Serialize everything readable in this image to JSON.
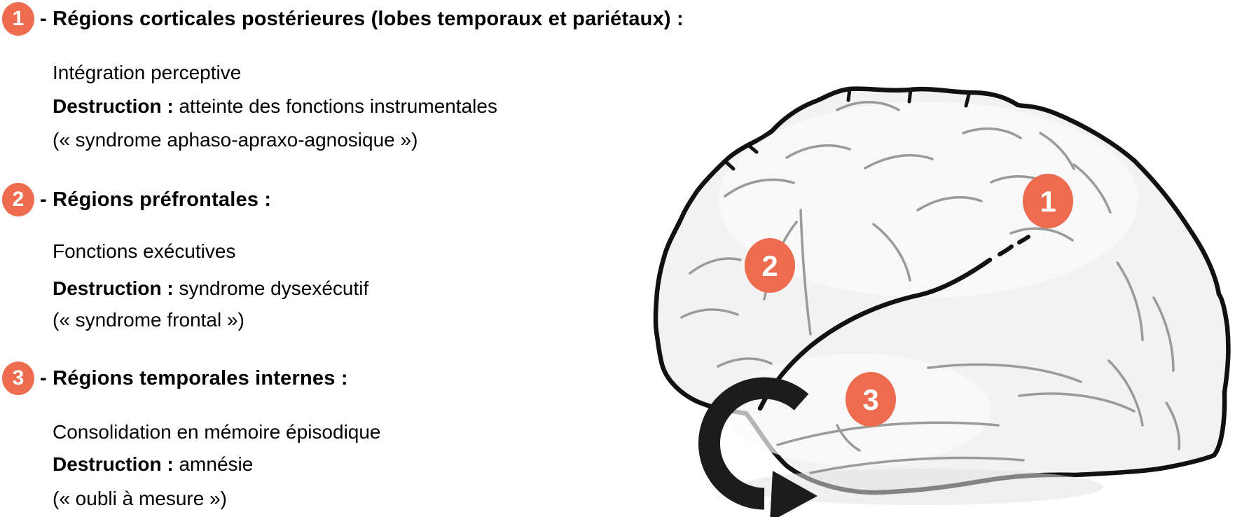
{
  "accent": "#ED6B4F",
  "outline_color": "#111111",
  "sulci_color": "#9a9a9a",
  "sections": [
    {
      "number": "1",
      "title": "- Régions corticales postérieures (lobes temporaux et pariétaux) :",
      "function": "Intégration perceptive",
      "destruction_label": "Destruction :",
      "destruction": "atteinte des fonctions instrumentales",
      "note": "(« syndrome aphaso-apraxo-agnosique »)"
    },
    {
      "number": "2",
      "title": "- Régions préfrontales :",
      "function": "Fonctions exécutives",
      "destruction_label": "Destruction :",
      "destruction": "syndrome dysexécutif",
      "note": "(« syndrome frontal »)"
    },
    {
      "number": "3",
      "title": "- Régions temporales internes :",
      "function": "Consolidation en mémoire épisodique",
      "destruction_label": "Destruction :",
      "destruction": "amnésie",
      "note": "(« oubli à mesure »)"
    }
  ],
  "figure": {
    "markers": [
      {
        "label": "1"
      },
      {
        "label": "2"
      },
      {
        "label": "3"
      }
    ]
  }
}
